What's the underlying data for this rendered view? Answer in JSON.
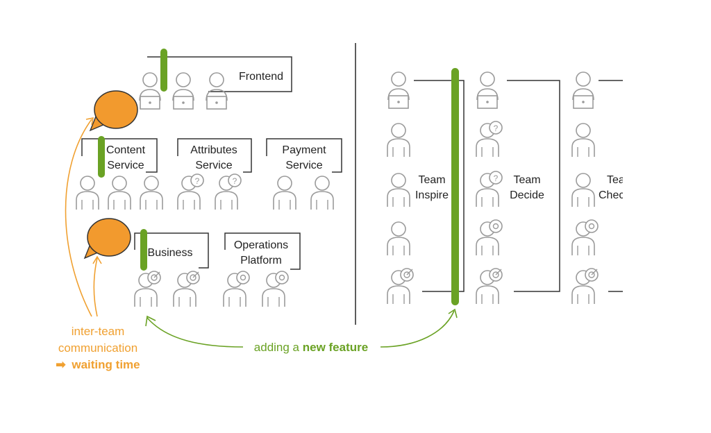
{
  "colors": {
    "orange": "#f0a030",
    "bubble": "#f29a2e",
    "green": "#6aa224",
    "line": "#333333",
    "person": "#9a9a9a"
  },
  "left": {
    "frontend": "Frontend",
    "content_service": [
      "Content",
      "Service"
    ],
    "attributes_service": [
      "Attributes",
      "Service"
    ],
    "payment_service": [
      "Payment",
      "Service"
    ],
    "business": "Business",
    "operations_platform": [
      "Operations",
      "Platform"
    ]
  },
  "right": {
    "team_inspire": [
      "Team",
      "Inspire"
    ],
    "team_decide": [
      "Team",
      "Decide"
    ],
    "team_checkout": [
      "Tea",
      "Chec"
    ]
  },
  "annotations": {
    "inter_team": [
      "inter-team",
      "communication",
      "waiting time"
    ],
    "arrow_glyph": "➡",
    "adding_prefix": "adding a ",
    "adding_bold": "new feature"
  }
}
